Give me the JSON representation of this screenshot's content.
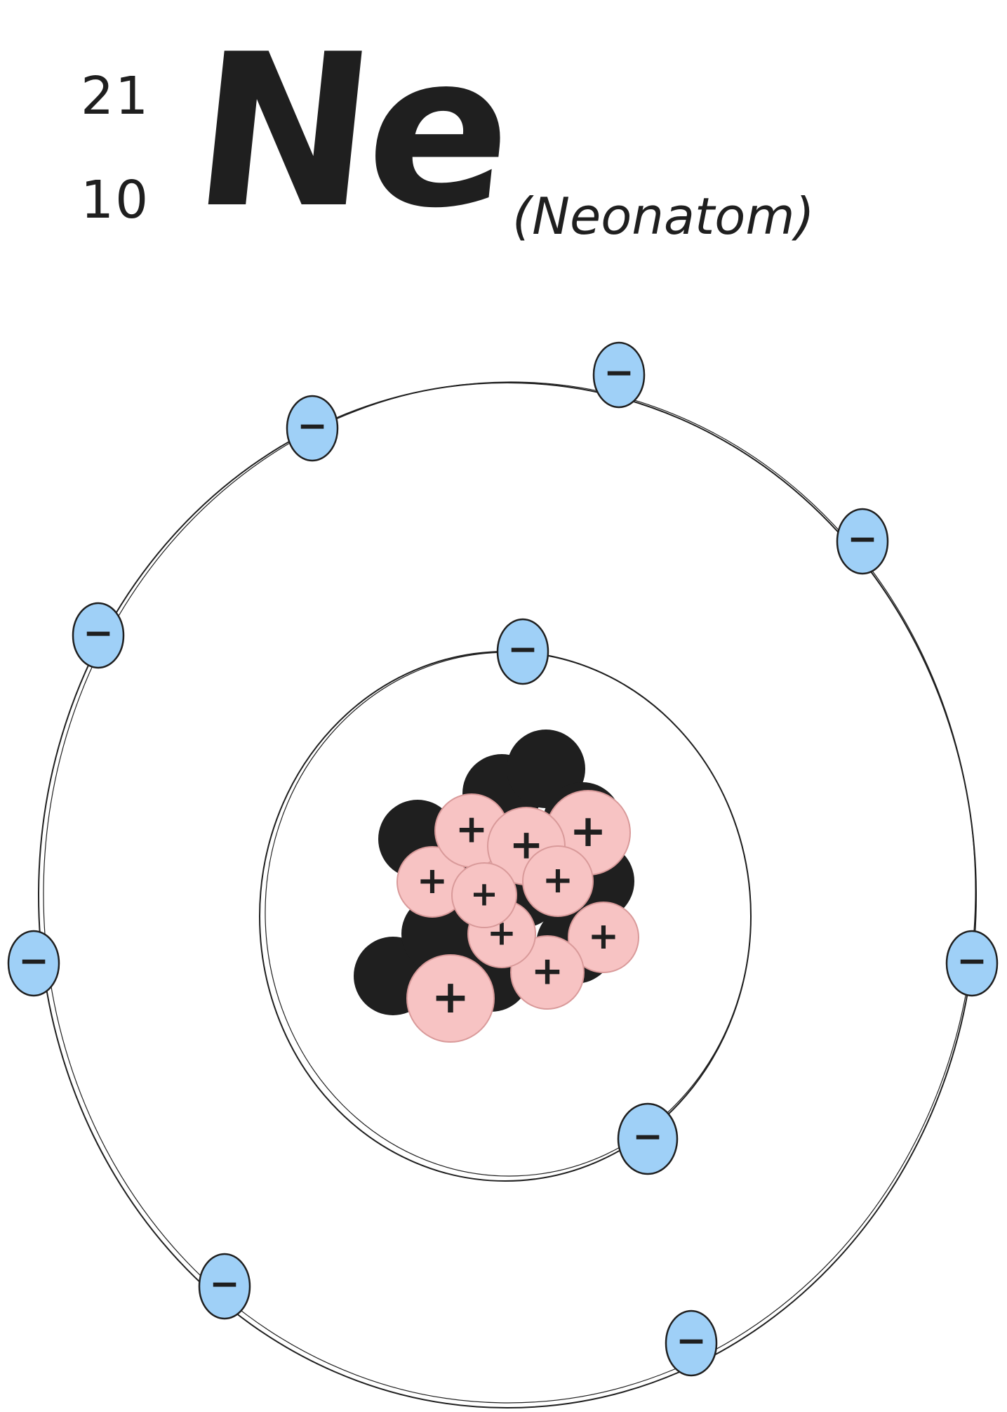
{
  "title": {
    "mass_number": "21",
    "atomic_number": "10",
    "symbol": "Ne",
    "name": "(Neonatom)"
  },
  "charges": {
    "electron": "−",
    "proton": "+"
  },
  "colors": {
    "ink": "#1f1f1f",
    "electron_fill": "#9fd0f7",
    "proton_fill": "#f7c3c3",
    "neutron_fill": "#1f1f1f"
  },
  "atom": {
    "shells": [
      {
        "name": "inner-shell",
        "electron_count": 2
      },
      {
        "name": "outer-shell",
        "electron_count": 8
      }
    ],
    "nucleus": {
      "proton_count": 10,
      "neutron_count": 11
    }
  }
}
